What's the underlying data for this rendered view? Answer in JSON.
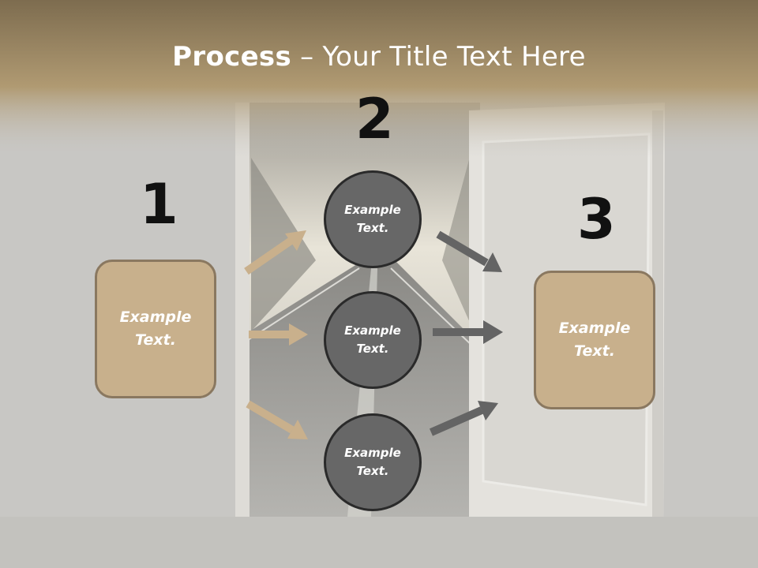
{
  "title": {
    "bold": "Process",
    "rest": " – Your Title Text Here"
  },
  "steps": {
    "one": "1",
    "two": "2",
    "three": "3"
  },
  "left_box": {
    "line1": "Example",
    "line2": "Text."
  },
  "right_box": {
    "line1": "Example",
    "line2": "Text."
  },
  "circles": [
    {
      "line1": "Example",
      "line2": "Text."
    },
    {
      "line1": "Example",
      "line2": "Text."
    },
    {
      "line1": "Example",
      "line2": "Text."
    }
  ],
  "colors": {
    "box_fill": "#c8b08c",
    "circle_fill": "#676767",
    "tan_arrow": "#c9b08c",
    "gray_arrow": "#646464"
  }
}
